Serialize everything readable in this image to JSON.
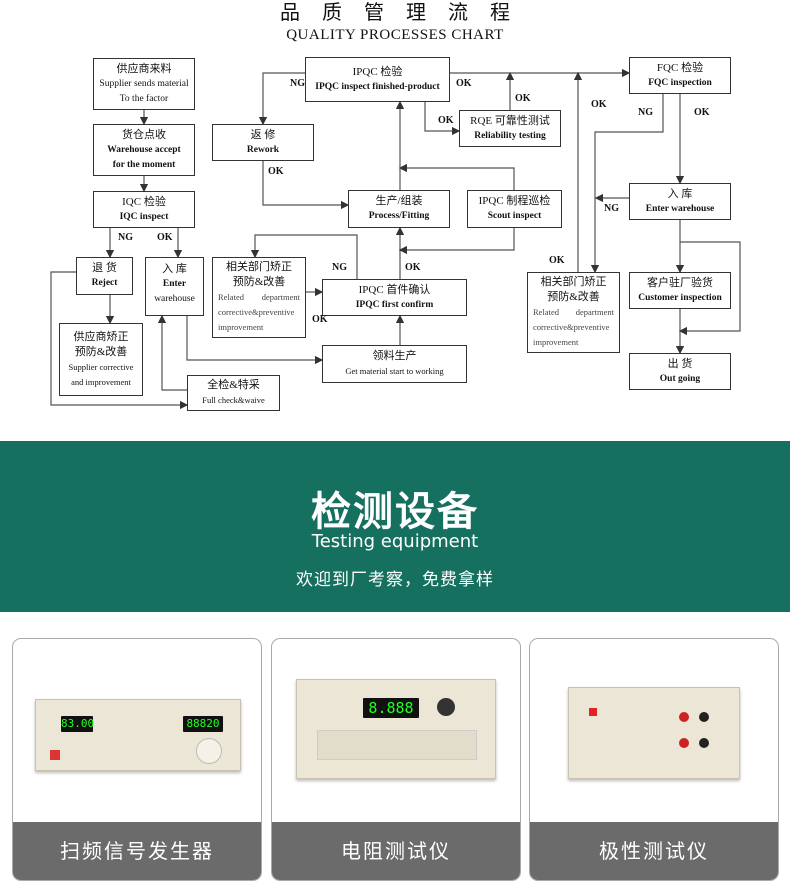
{
  "header": {
    "title_cn": "品质管理流程",
    "title_en": "QUALITY PROCESSES CHART"
  },
  "flow": {
    "supplier": {
      "cn": "供应商来料",
      "en1": "Supplier sends material",
      "en2": "To the factor"
    },
    "warehouse_accept": {
      "cn": "货仓点收",
      "en1": "Warehouse accept",
      "en2": "for the moment"
    },
    "iqc": {
      "cn": "IQC 检验",
      "en": "IQC inspect"
    },
    "reject": {
      "cn": "退 货",
      "en": "Reject"
    },
    "enter_left": {
      "cn": "入 库",
      "en1": "Enter",
      "en2": "warehouse"
    },
    "supplier_corrective": {
      "cn1": "供应商矫正",
      "cn2": "预防&改善",
      "en1": "Supplier corrective",
      "en2": "and improvement"
    },
    "full_check": {
      "cn": "全检&特采",
      "en": "Full check&waive"
    },
    "related_left": {
      "cn1": "相关部门矫正",
      "cn2": "预防&改善",
      "en": "Related department corrective&preventive improvement"
    },
    "first_confirm": {
      "cn": "IPQC 首件确认",
      "en": "IPQC first confirm"
    },
    "get_material": {
      "cn": "领料生产",
      "en": "Get material start to working"
    },
    "process": {
      "cn": "生产/组装",
      "en": "Process/Fitting"
    },
    "scout": {
      "cn": "IPQC 制程巡检",
      "en": "Scout inspect"
    },
    "ipqc_final": {
      "cn": "IPQC 检验",
      "en": "IPQC inspect finished-product"
    },
    "rework": {
      "cn": "返 修",
      "en": "Rework"
    },
    "rqe": {
      "cn": "RQE 可靠性测试",
      "en": "Reliability testing"
    },
    "fqc": {
      "cn": "FQC 检验",
      "en": "FQC inspection"
    },
    "enter_warehouse": {
      "cn": "入 库",
      "en": "Enter warehouse"
    },
    "related_right": {
      "cn1": "相关部门矫正",
      "cn2": "预防&改善",
      "en": "Related department corrective&preventive improvement"
    },
    "customer": {
      "cn": "客户驻厂验货",
      "en": "Customer inspection"
    },
    "outgoing": {
      "cn": "出 货",
      "en": "Out going"
    },
    "ng": "NG",
    "ok": "OK"
  },
  "banner": {
    "title": "检测设备",
    "subtitle": "Testing equipment",
    "slogan": "欢迎到厂考察，免费拿样"
  },
  "equipment": [
    {
      "name": "扫频信号发生器",
      "display1": "83.00",
      "display2": "88820"
    },
    {
      "name": "电阻测试仪",
      "display1": "8.888"
    },
    {
      "name": "极性测试仪"
    }
  ]
}
